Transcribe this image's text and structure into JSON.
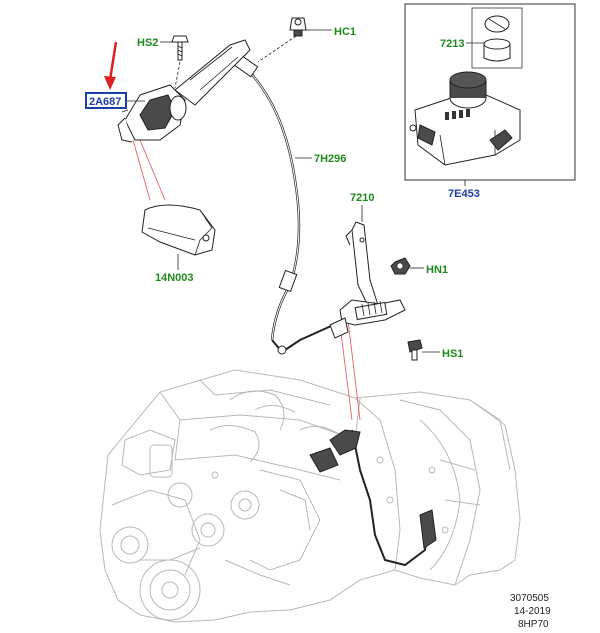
{
  "callouts": {
    "hs2": "HS2",
    "hc1": "HC1",
    "c7213": "7213",
    "c2a687": "2A687",
    "c7h296": "7H296",
    "c7e453": "7E453",
    "c7210": "7210",
    "hn1": "HN1",
    "c14n003": "14N003",
    "hs1": "HS1"
  },
  "footer": {
    "drawing_number": "3070505",
    "date": "14-2019",
    "model": "8HP70"
  },
  "colors": {
    "callout_green": "#1e8a1e",
    "callout_blue": "#1a3fa6",
    "highlight_box": "#1a3fa6",
    "arrow_red": "#e02020",
    "leader_red": "#e05050"
  },
  "icons": {
    "pointer": "red-arrow-down"
  }
}
